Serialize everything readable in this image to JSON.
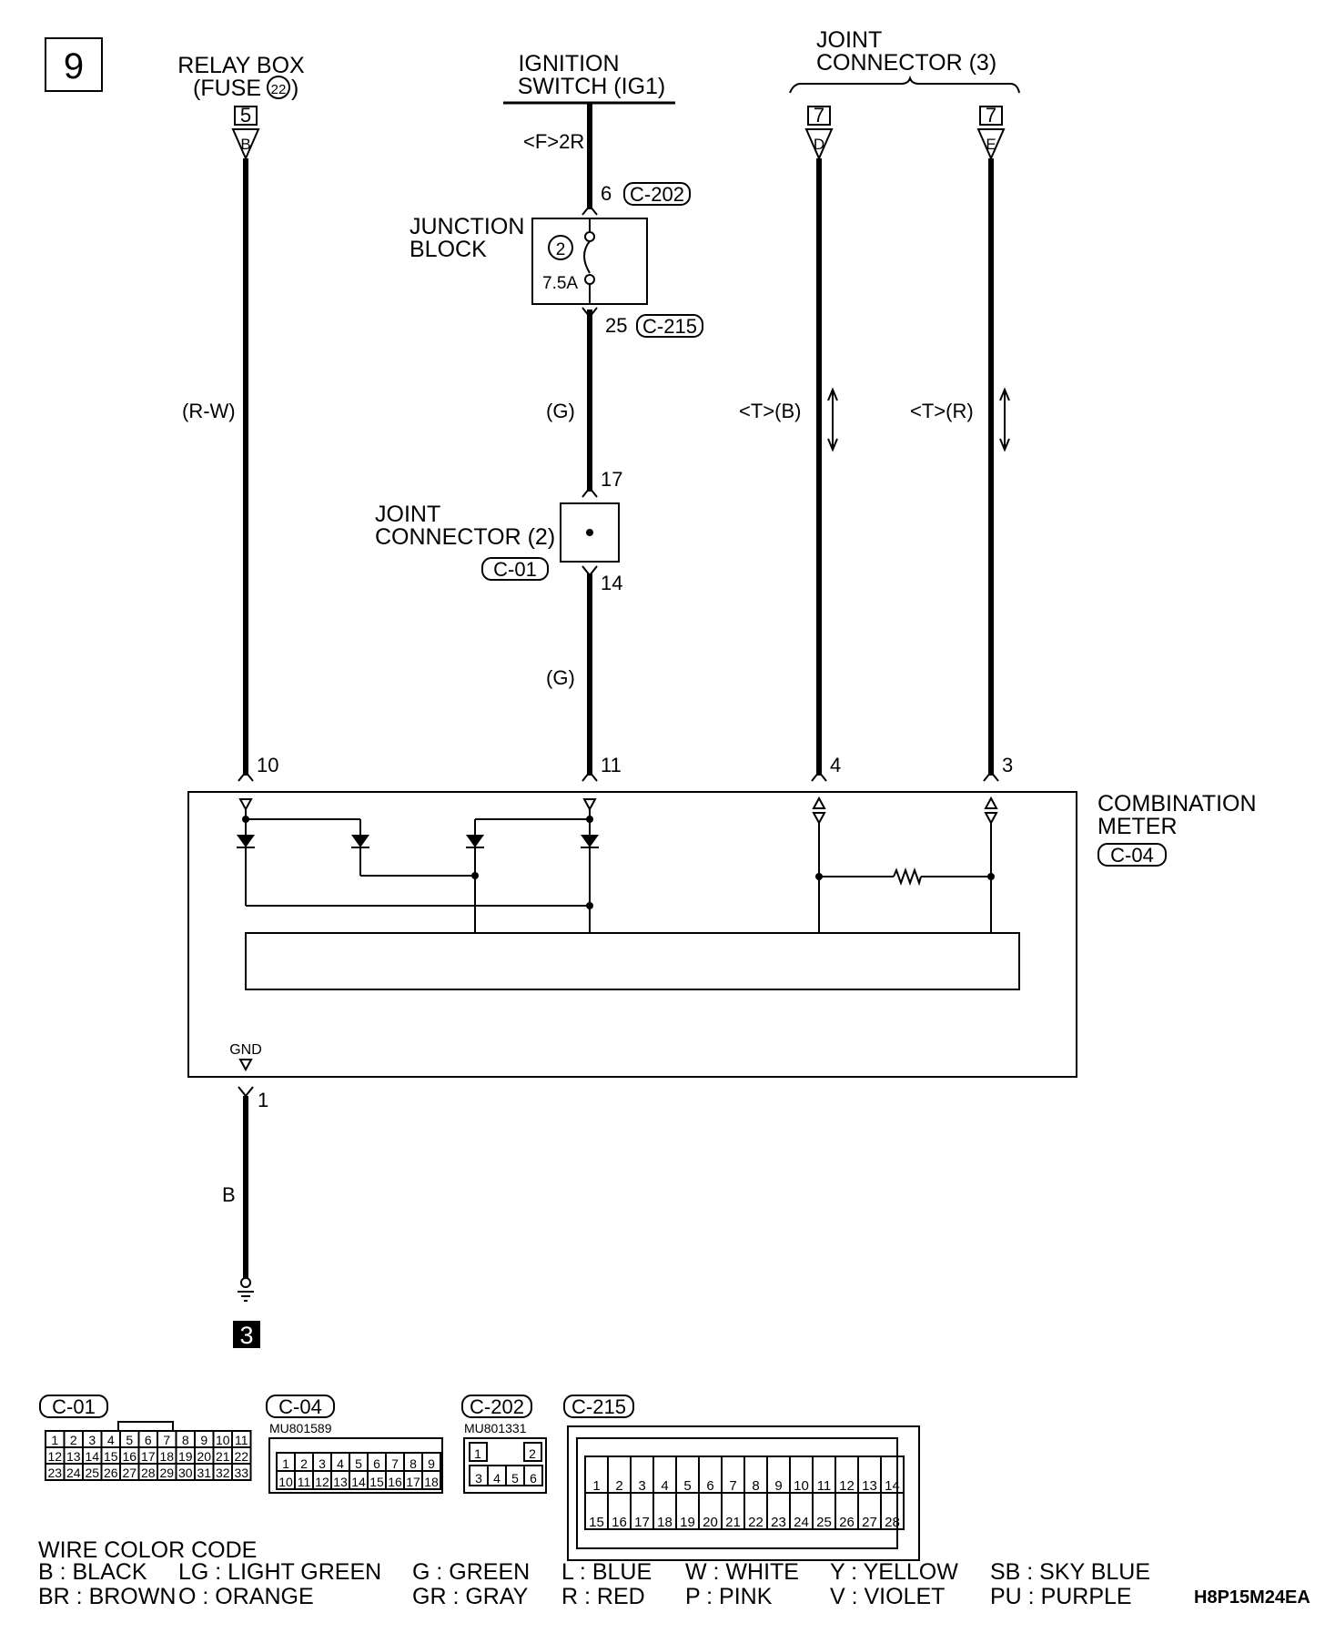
{
  "page_number": "9",
  "relay_box": {
    "line1": "RELAY BOX",
    "line2": "(FUSE ",
    "fuse": "22",
    "line2_end": ")",
    "slot": "5",
    "terminal": "B",
    "wire": "(R-W)"
  },
  "ignition_switch": {
    "line1": "IGNITION",
    "line2": "SWITCH (IG1)",
    "tag": "<F>2R"
  },
  "joint_connector_3": {
    "line1": "JOINT",
    "line2": "CONNECTOR (3)",
    "slot_d": "7",
    "terminal_d": "D",
    "slot_e": "7",
    "terminal_e": "E",
    "wire_d": "<T>(B)",
    "wire_e": "<T>(R)"
  },
  "junction_block": {
    "line1": "JUNCTION",
    "line2": "BLOCK",
    "fuse_no": "2",
    "rating": "7.5A",
    "pin_in": "6",
    "conn_in": "C-202",
    "pin_out": "25",
    "conn_out": "C-215"
  },
  "g_wire_1": "(G)",
  "joint_connector_2": {
    "line1": "JOINT",
    "line2": "CONNECTOR (2)",
    "conn": "C-01",
    "pin_in": "17",
    "pin_out": "14"
  },
  "g_wire_2": "(G)",
  "meter_pins": [
    "10",
    "11",
    "4",
    "3"
  ],
  "combination_meter": {
    "line1": "COMBINATION",
    "line2": "METER",
    "conn": "C-04",
    "gnd_label": "GND"
  },
  "ground": {
    "pin": "1",
    "wire": "B",
    "point": "3"
  },
  "connectors": {
    "c01": {
      "label": "C-01",
      "rows": [
        [
          "1",
          "2",
          "3",
          "4",
          "5",
          "6",
          "7",
          "8",
          "9",
          "10",
          "11"
        ],
        [
          "12",
          "13",
          "14",
          "15",
          "16",
          "17",
          "18",
          "19",
          "20",
          "21",
          "22"
        ],
        [
          "23",
          "24",
          "25",
          "26",
          "27",
          "28",
          "29",
          "30",
          "31",
          "32",
          "33"
        ]
      ]
    },
    "c04": {
      "label": "C-04",
      "part": "MU801589",
      "rows": [
        [
          "1",
          "2",
          "3",
          "4",
          "5",
          "6",
          "7",
          "8",
          "9"
        ],
        [
          "10",
          "11",
          "12",
          "13",
          "14",
          "15",
          "16",
          "17",
          "18"
        ]
      ]
    },
    "c202": {
      "label": "C-202",
      "part": "MU801331",
      "rows": [
        [
          "1",
          "2"
        ],
        [
          "3",
          "4",
          "5",
          "6"
        ]
      ]
    },
    "c215": {
      "label": "C-215",
      "rows": [
        [
          "1",
          "2",
          "3",
          "4",
          "5",
          "6",
          "7",
          "8",
          "9",
          "10",
          "11",
          "12",
          "13",
          "14"
        ],
        [
          "15",
          "16",
          "17",
          "18",
          "19",
          "20",
          "21",
          "22",
          "23",
          "24",
          "25",
          "26",
          "27",
          "28"
        ]
      ]
    }
  },
  "wire_color_code": {
    "title": "WIRE COLOR CODE",
    "row1": [
      "B : BLACK",
      "LG : LIGHT GREEN",
      "G : GREEN",
      "L : BLUE",
      "W : WHITE",
      "Y : YELLOW",
      "SB : SKY BLUE"
    ],
    "row2": [
      "BR : BROWN",
      "O : ORANGE",
      "GR : GRAY",
      "R : RED",
      "P : PINK",
      "V : VIOLET",
      "PU : PURPLE"
    ]
  },
  "doc_code": "H8P15M24EA"
}
